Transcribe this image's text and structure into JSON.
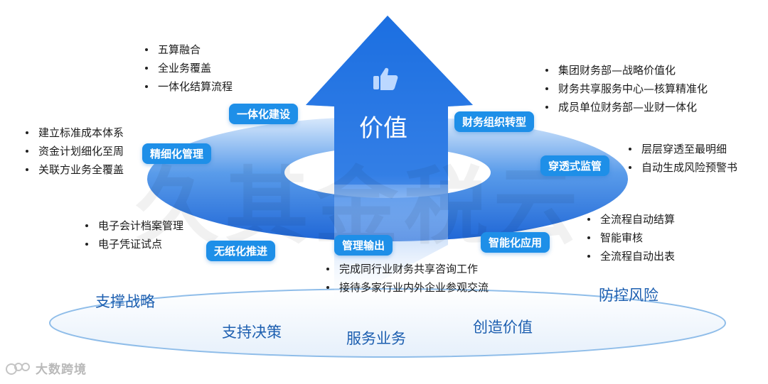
{
  "watermark": "久其金税云",
  "center": {
    "value": "价值"
  },
  "tags": {
    "integration": "一体化建设",
    "finance_org": "财务组织转型",
    "refined": "精细化管理",
    "penetrating": "穿透式监管",
    "paperless": "无纸化推进",
    "mgmt_output": "管理输出",
    "intelligent": "智能化应用"
  },
  "lists": {
    "integration": [
      "五算融合",
      "全业务覆盖",
      "一体化结算流程"
    ],
    "finance_org": [
      "集团财务部—战略价值化",
      "财务共享服务中心—核算精准化",
      "成员单位财务部—业财一体化"
    ],
    "refined": [
      "建立标准成本体系",
      "资金计划细化至周",
      "关联方业务全覆盖"
    ],
    "penetrating": [
      "层层穿透至最明细",
      "自动生成风险预警书"
    ],
    "paperless": [
      "电子会计档案管理",
      "电子凭证试点"
    ],
    "intelligent": [
      "全流程自动结算",
      "智能审核",
      "全流程自动出表"
    ],
    "mgmt_output": [
      "完成同行业财务共享咨询工作",
      "接待多家行业内外企业参观交流"
    ]
  },
  "base_labels": {
    "strategy": "支撑战略",
    "decision": "支持决策",
    "business": "服务业务",
    "value": "创造价值",
    "risk": "防控风险"
  },
  "logo": {
    "text": "大数跨境",
    "icon": "logo-icon"
  },
  "colors": {
    "accent": "#1e8fe8",
    "arrow": "#1f6fdc",
    "label": "#1d5fb0"
  }
}
